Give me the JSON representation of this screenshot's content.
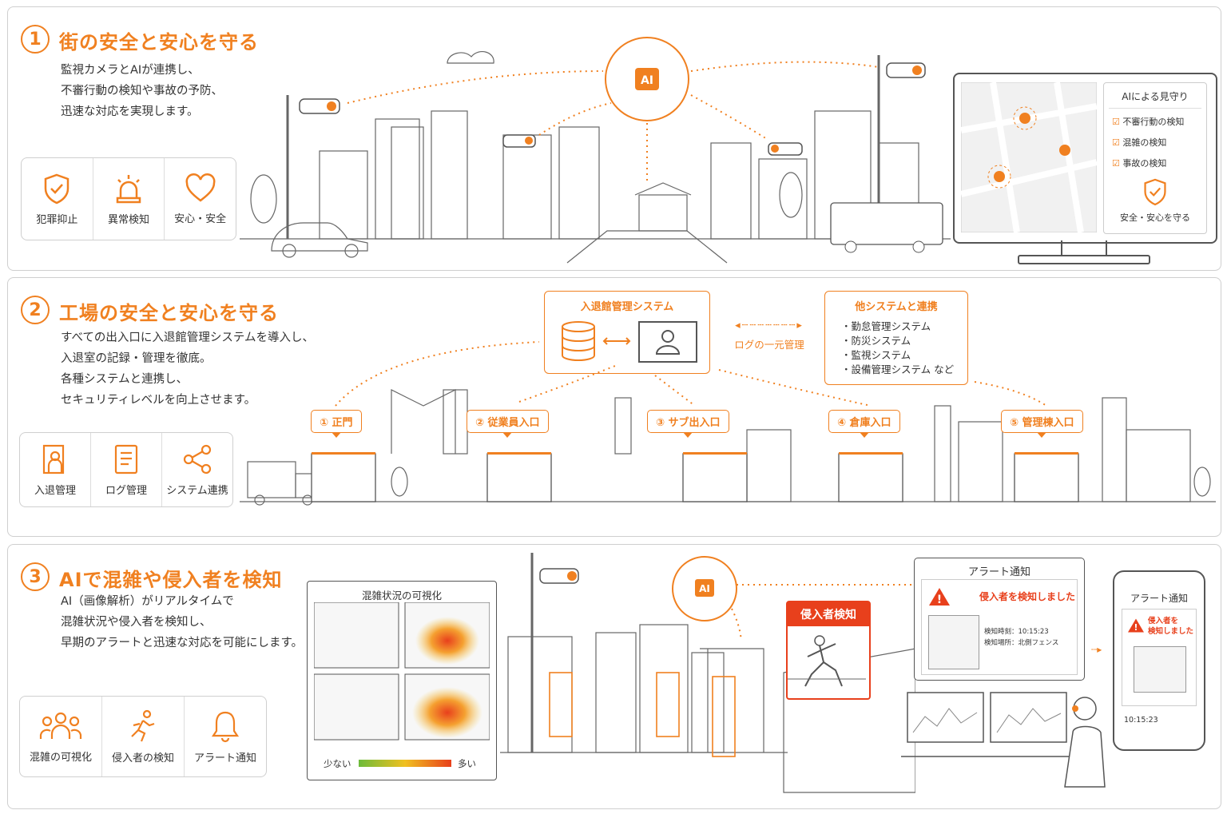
{
  "section1": {
    "number": "1",
    "title": "街の安全と安心を守る",
    "description": [
      "監視カメラとAIが連携し、",
      "不審行動の検知や事故の予防、",
      "迅速な対応を実現します。"
    ],
    "icons": [
      {
        "icon": "shield-check-icon",
        "label": "犯罪抑止"
      },
      {
        "icon": "siren-icon",
        "label": "異常検知"
      },
      {
        "icon": "heart-icon",
        "label": "安心・安全"
      }
    ],
    "ai_label": "AI",
    "monitor": {
      "title": "AIによる見守り",
      "checks": [
        "不審行動の検知",
        "混雑の検知",
        "事故の検知"
      ],
      "footer": "安全・安心を守る"
    }
  },
  "section2": {
    "number": "2",
    "title": "工場の安全と安心を守る",
    "description": [
      "すべての出入口に入退館管理システムを導入し、",
      "入退室の記録・管理を徹底。",
      "各種システムと連携し、",
      "セキュリティレベルを向上させます。"
    ],
    "icons": [
      {
        "icon": "entry-person-icon",
        "label": "入退管理"
      },
      {
        "icon": "log-document-icon",
        "label": "ログ管理"
      },
      {
        "icon": "share-network-icon",
        "label": "システム連携"
      }
    ],
    "system_box": {
      "title": "入退館管理システム"
    },
    "link_label": "ログの一元管理",
    "other_box": {
      "title": "他システムと連携",
      "items": [
        "・勤怠管理システム",
        "・防災システム",
        "・監視システム",
        "・設備管理システム など"
      ]
    },
    "gates": [
      "① 正門",
      "② 従業員入口",
      "③ サブ出入口",
      "④ 倉庫入口",
      "⑤ 管理棟入口"
    ]
  },
  "section3": {
    "number": "3",
    "title": "AIで混雑や侵入者を検知",
    "description": [
      "AI（画像解析）がリアルタイムで",
      "混雑状況や侵入者を検知し、",
      "早期のアラートと迅速な対応を可能にします。"
    ],
    "icons": [
      {
        "icon": "crowd-icon",
        "label": "混雑の可視化"
      },
      {
        "icon": "running-person-icon",
        "label": "侵入者の検知"
      },
      {
        "icon": "bell-icon",
        "label": "アラート通知"
      }
    ],
    "heatmap": {
      "title": "混雑状況の可視化",
      "low": "少ない",
      "high": "多い"
    },
    "ai_label": "AI",
    "intruder_label": "侵入者検知",
    "alert_panel": {
      "title": "アラート通知",
      "message": "侵入者を検知しました",
      "time": "検知時刻：10:15:23",
      "place": "検知場所：北側フェンス"
    },
    "phone": {
      "title": "アラート通知",
      "message_lines": [
        "侵入者を",
        "検知しました"
      ],
      "time": "10:15:23"
    }
  },
  "colors": {
    "accent": "#f08020",
    "line": "#555555",
    "border": "#cfcfcf"
  }
}
